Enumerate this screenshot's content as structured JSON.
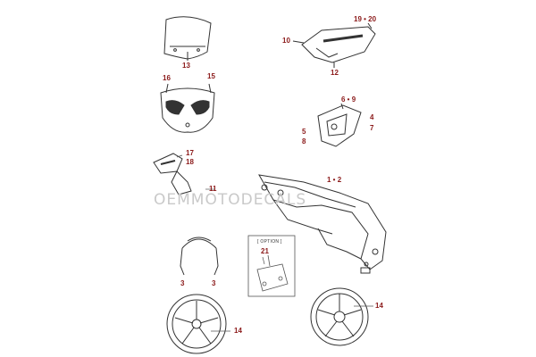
{
  "callouts": {
    "c13": "13",
    "c1920": "19 • 20",
    "c10": "10",
    "c12": "12",
    "c16": "16",
    "c15": "15",
    "c69": "6 • 9",
    "c4": "4",
    "c7": "7",
    "c5": "5",
    "c8": "8",
    "c17": "17",
    "c18": "18",
    "c11": "11",
    "c12b": "1 • 2",
    "c21": "21",
    "c3a": "3",
    "c3b": "3",
    "c14a": "14",
    "c14b": "14"
  },
  "option_label": "[ OPTION ]",
  "watermark": "OEMMOTODECALS",
  "colors": {
    "callout": "#8b1a1a",
    "line": "#333333",
    "watermark": "#c9c9c9"
  }
}
